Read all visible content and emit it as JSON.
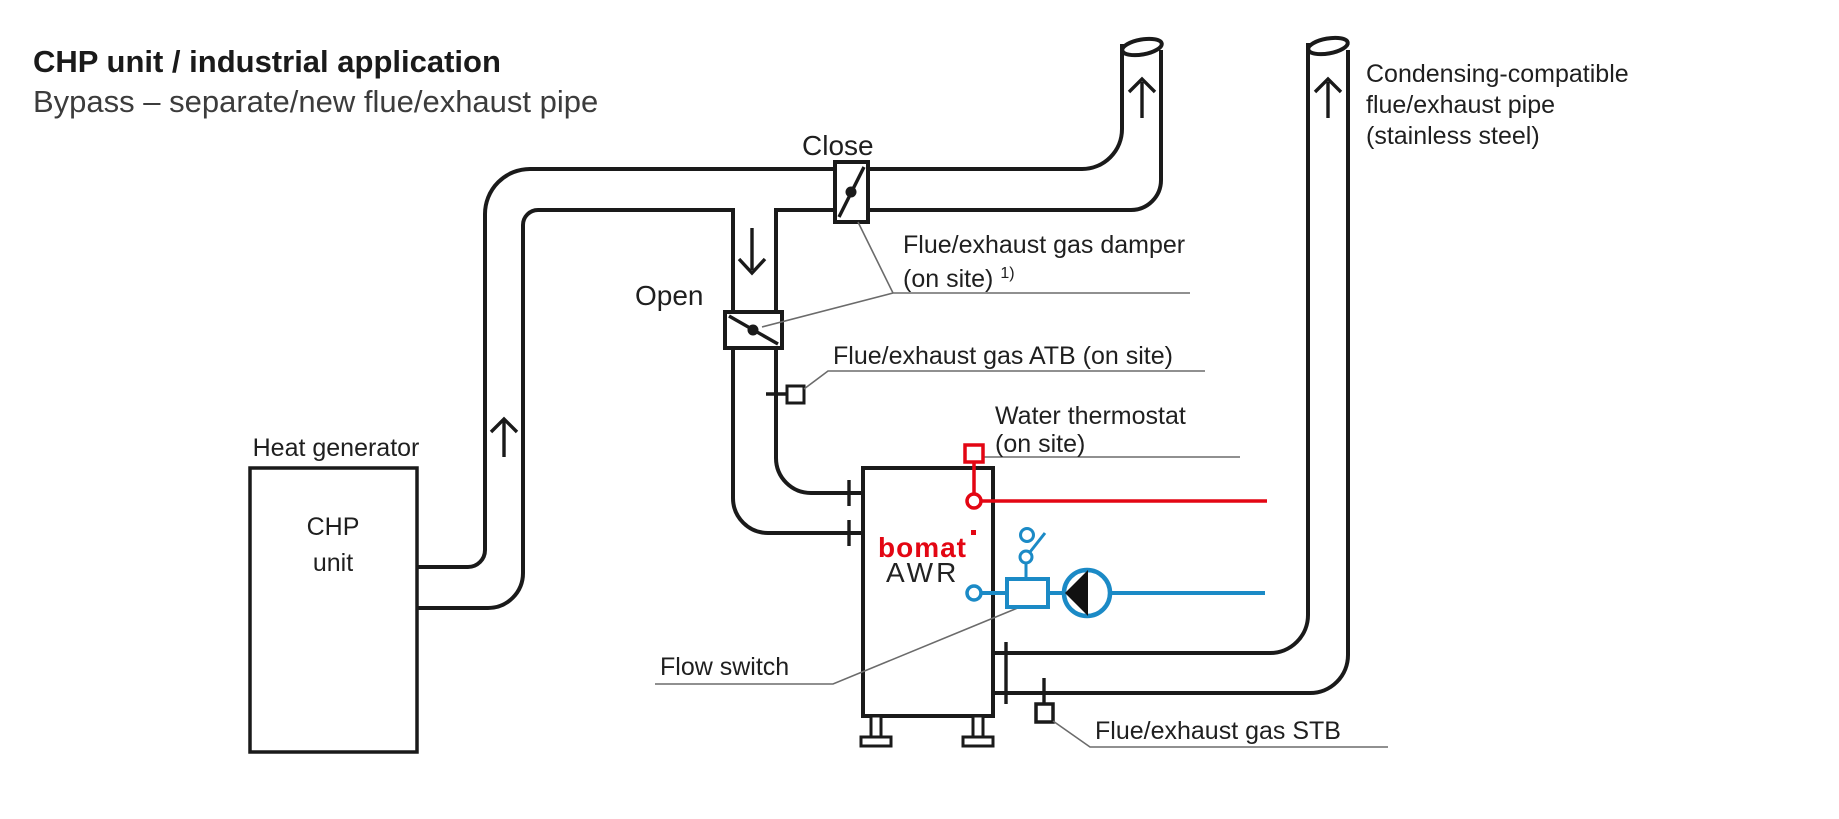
{
  "header": {
    "title": "CHP unit / industrial application",
    "subtitle": "Bypass – separate/new flue/exhaust pipe"
  },
  "labels": {
    "heat_generator": "Heat generator",
    "chp_line1": "CHP",
    "chp_line2": "unit",
    "close": "Close",
    "open": "Open",
    "damper_line1": "Flue/exhaust gas damper",
    "damper_line2": "(on site)",
    "damper_footnote": "1)",
    "atb": "Flue/exhaust gas ATB (on site)",
    "thermostat_line1": "Water thermostat",
    "thermostat_line2": "(on site)",
    "flow_switch": "Flow switch",
    "stb": "Flue/exhaust gas STB",
    "condensing_line1": "Condensing-compatible",
    "condensing_line2": "flue/exhaust pipe",
    "condensing_line3": "(stainless steel)"
  },
  "device": {
    "brand": "bomat",
    "model": "AWR"
  },
  "colors": {
    "line_black": "#1a1a1a",
    "accent_red": "#e30613",
    "accent_blue": "#1b8ac6",
    "leader_gray": "#6b6b6b"
  }
}
